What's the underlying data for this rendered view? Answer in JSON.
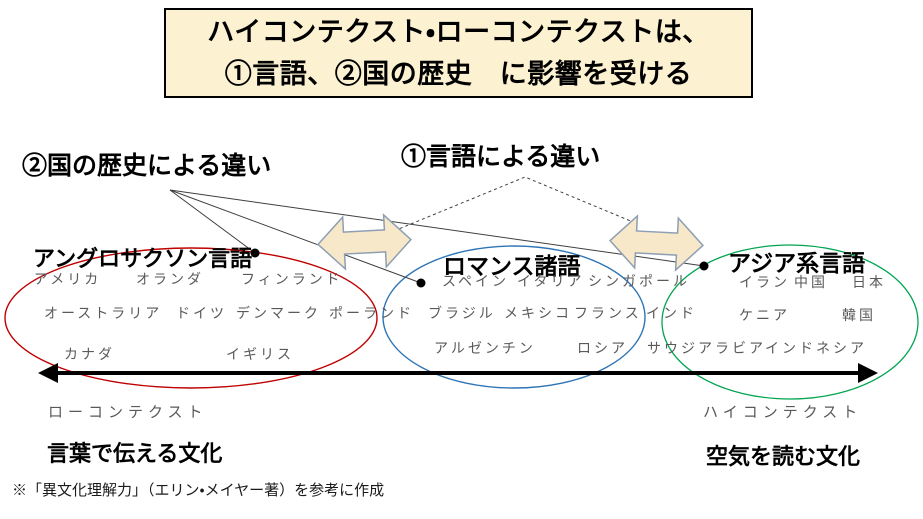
{
  "title": {
    "line1": "ハイコンテクスト・ローコンテクストは、",
    "line2": "①言語、②国の歴史　に影響を受ける"
  },
  "annotations": {
    "history": "②国の歴史による違い",
    "language": "①言語による違い"
  },
  "groups": [
    {
      "label": "アングロサクソン言語",
      "ellipse_color": "#C00000",
      "countries": [
        {
          "name": "アメリカ"
        },
        {
          "name": "オランダ"
        },
        {
          "name": "フィンランド"
        },
        {
          "name": "オーストラリア"
        },
        {
          "name": "ドイツ"
        },
        {
          "name": "デンマーク"
        },
        {
          "name": "ポーランド"
        },
        {
          "name": "カナダ"
        },
        {
          "name": "イギリス"
        }
      ]
    },
    {
      "label": "ロマンス諸語",
      "ellipse_color": "#2E75B6",
      "countries": [
        {
          "name": "スペイン"
        },
        {
          "name": "イタリア"
        },
        {
          "name": "シンガポール"
        },
        {
          "name": "ブラジル"
        },
        {
          "name": "メキシコ"
        },
        {
          "name": "フランス"
        },
        {
          "name": "インド"
        },
        {
          "name": "アルゼンチン"
        },
        {
          "name": "ロシア"
        }
      ]
    },
    {
      "label": "アジア系言語",
      "ellipse_color": "#00A550",
      "countries": [
        {
          "name": "イラン"
        },
        {
          "name": "中国"
        },
        {
          "name": "日本"
        },
        {
          "name": "ケニア"
        },
        {
          "name": "韓国"
        },
        {
          "name": "サウジアラビア"
        },
        {
          "name": "インドネシア"
        }
      ]
    }
  ],
  "axis": {
    "left": "ローコンテクスト",
    "right": "ハイコンテクスト",
    "left_culture": "言葉で伝える文化",
    "right_culture": "空気を読む文化"
  },
  "footnote": "※「異文化理解力」（エリン・メイヤー著）を参考に作成",
  "colors": {
    "title_box_fill": "#FCF2D2",
    "arrow_fill": "#F6E8C9",
    "arrow_stroke": "#8E9FB4",
    "anglo_ellipse": "#C00000",
    "romance_ellipse": "#2E75B6",
    "asian_ellipse": "#00A550",
    "country_text": "#5A5A5A",
    "axis_line": "#000000"
  }
}
